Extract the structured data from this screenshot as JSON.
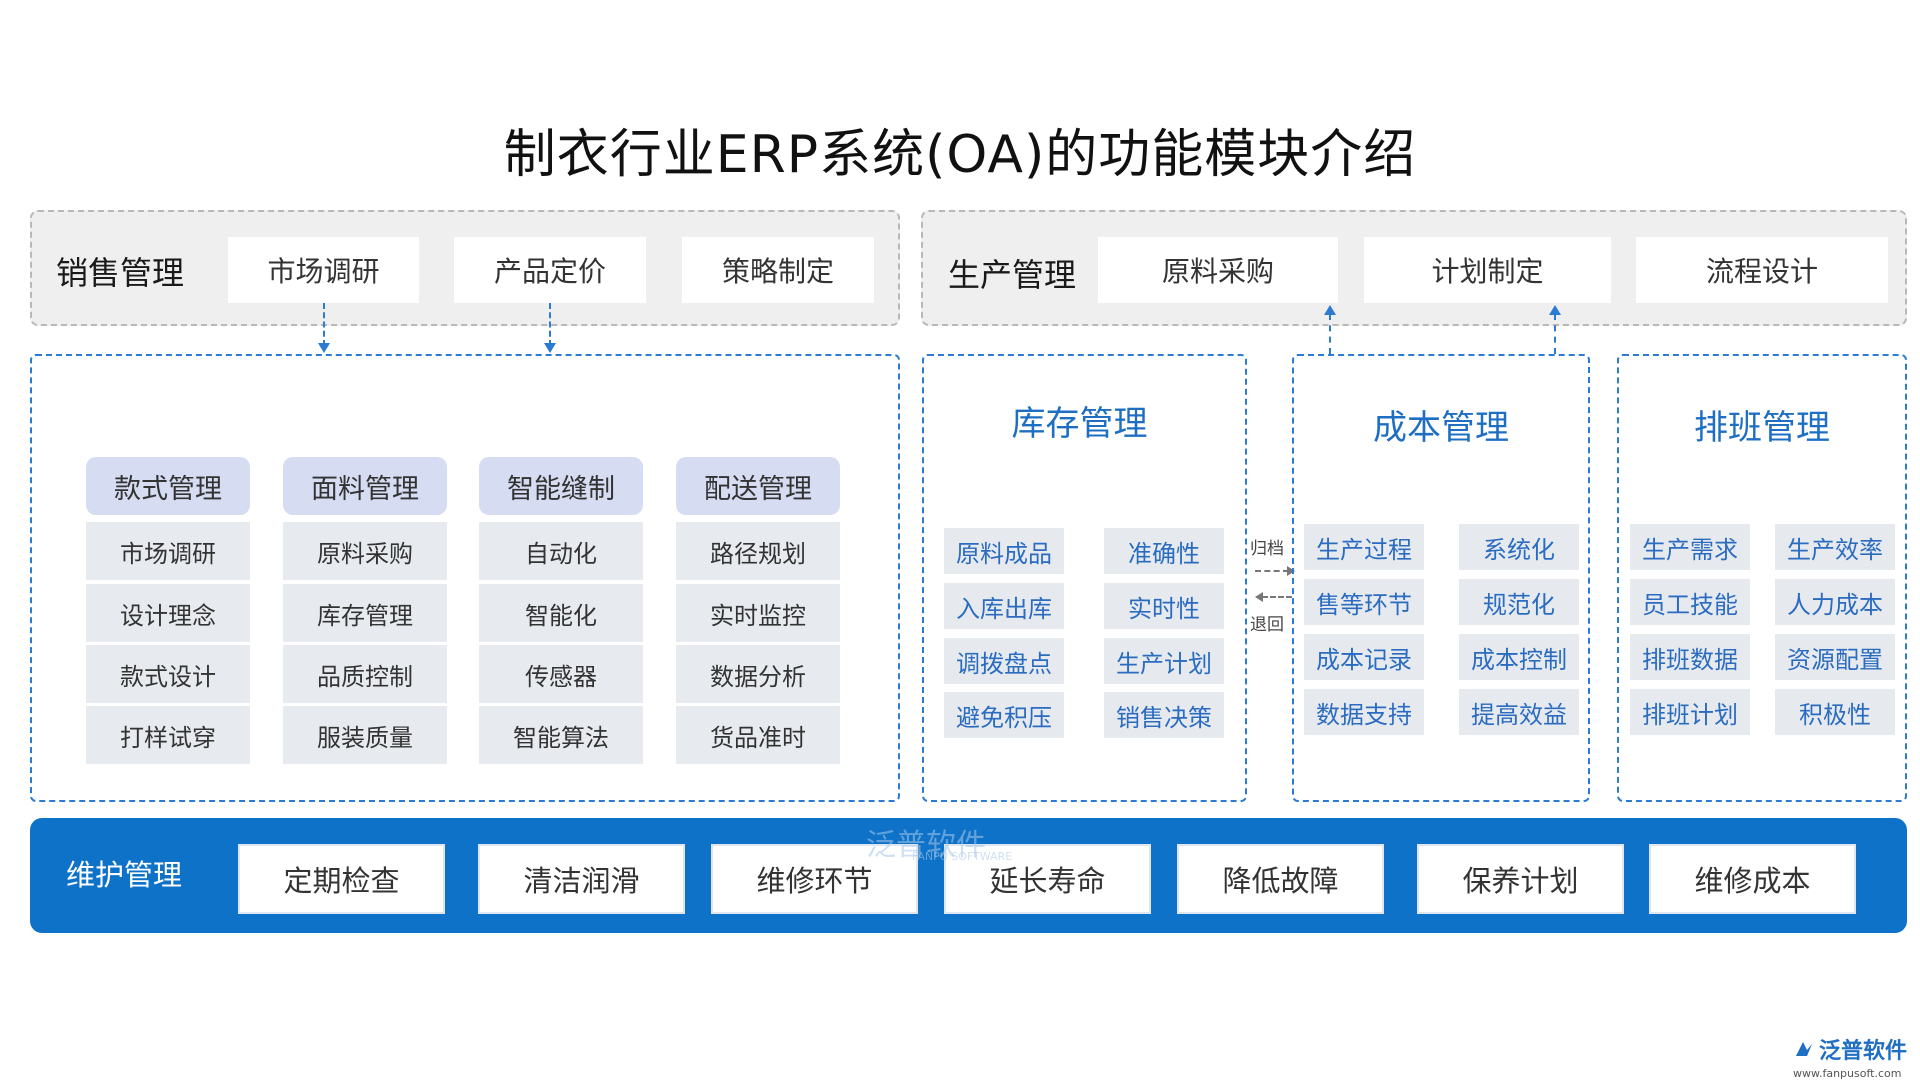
{
  "title": "制衣行业ERP系统(OA)的功能模块介绍",
  "sales": {
    "title": "销售管理",
    "items": [
      "市场调研",
      "产品定价",
      "策略制定"
    ]
  },
  "production": {
    "title": "生产管理",
    "items": [
      "原料采购",
      "计划制定",
      "流程设计"
    ]
  },
  "modules": [
    {
      "head": "款式管理",
      "items": [
        "市场调研",
        "设计理念",
        "款式设计",
        "打样试穿"
      ]
    },
    {
      "head": "面料管理",
      "items": [
        "原料采购",
        "库存管理",
        "品质控制",
        "服装质量"
      ]
    },
    {
      "head": "智能缝制",
      "items": [
        "自动化",
        "智能化",
        "传感器",
        "智能算法"
      ]
    },
    {
      "head": "配送管理",
      "items": [
        "路径规划",
        "实时监控",
        "数据分析",
        "货品准时"
      ]
    }
  ],
  "inventory": {
    "title": "库存管理",
    "left": [
      "原料成品",
      "入库出库",
      "调拨盘点",
      "避免积压"
    ],
    "right": [
      "准确性",
      "实时性",
      "生产计划",
      "销售决策"
    ]
  },
  "cost": {
    "title": "成本管理",
    "left": [
      "生产过程",
      "售等环节",
      "成本记录",
      "数据支持"
    ],
    "right": [
      "系统化",
      "规范化",
      "成本控制",
      "提高效益"
    ]
  },
  "schedule": {
    "title": "排班管理",
    "left": [
      "生产需求",
      "员工技能",
      "排班数据",
      "排班计划"
    ],
    "right": [
      "生产效率",
      "人力成本",
      "资源配置",
      "积极性"
    ]
  },
  "flow": {
    "archive": "归档",
    "return": "退回"
  },
  "maintenance": {
    "title": "维护管理",
    "items": [
      "定期检查",
      "清洁润滑",
      "维修环节",
      "延长寿命",
      "降低故障",
      "保养计划",
      "维修成本"
    ]
  },
  "watermark": {
    "name": "泛普软件",
    "sub": "FANPU SOFTWARE"
  },
  "logo": {
    "name": "泛普软件",
    "url": "www.fanpusoft.com"
  }
}
